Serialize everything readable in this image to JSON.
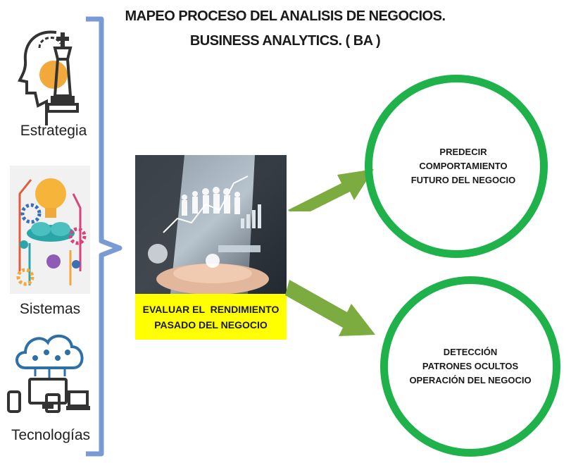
{
  "title": {
    "line1": "MAPEO PROCESO DEL ANALISIS DE NEGOCIOS.",
    "line2": "BUSINESS ANALYTICS. ( BA )"
  },
  "left_column": {
    "items": [
      {
        "label": "Estrategia",
        "icon": "strategy-head-chess-icon"
      },
      {
        "label": "Sistemas",
        "icon": "lightbulb-gears-icon"
      },
      {
        "label": "Tecnologías",
        "icon": "cloud-devices-icon"
      }
    ]
  },
  "center": {
    "image": "business-analytics-hands-photo",
    "caption_line1": "EVALUAR EL  RENDIMIENTO",
    "caption_line2": "PASADO DEL NEGOCIO"
  },
  "circles": [
    {
      "lines": [
        "PREDECIR",
        "COMPORTAMIENTO",
        "FUTURO DEL NEGOCIO"
      ]
    },
    {
      "lines": [
        "DETECCIÓN",
        "PATRONES OCULTOS",
        "OPERACIÓN DEL NEGOCIO"
      ]
    }
  ],
  "colors": {
    "bracket": "#7a9ad6",
    "circle": "#1fb14a",
    "arrow": "#7cab3f",
    "caption_bg": "#ffff00"
  }
}
